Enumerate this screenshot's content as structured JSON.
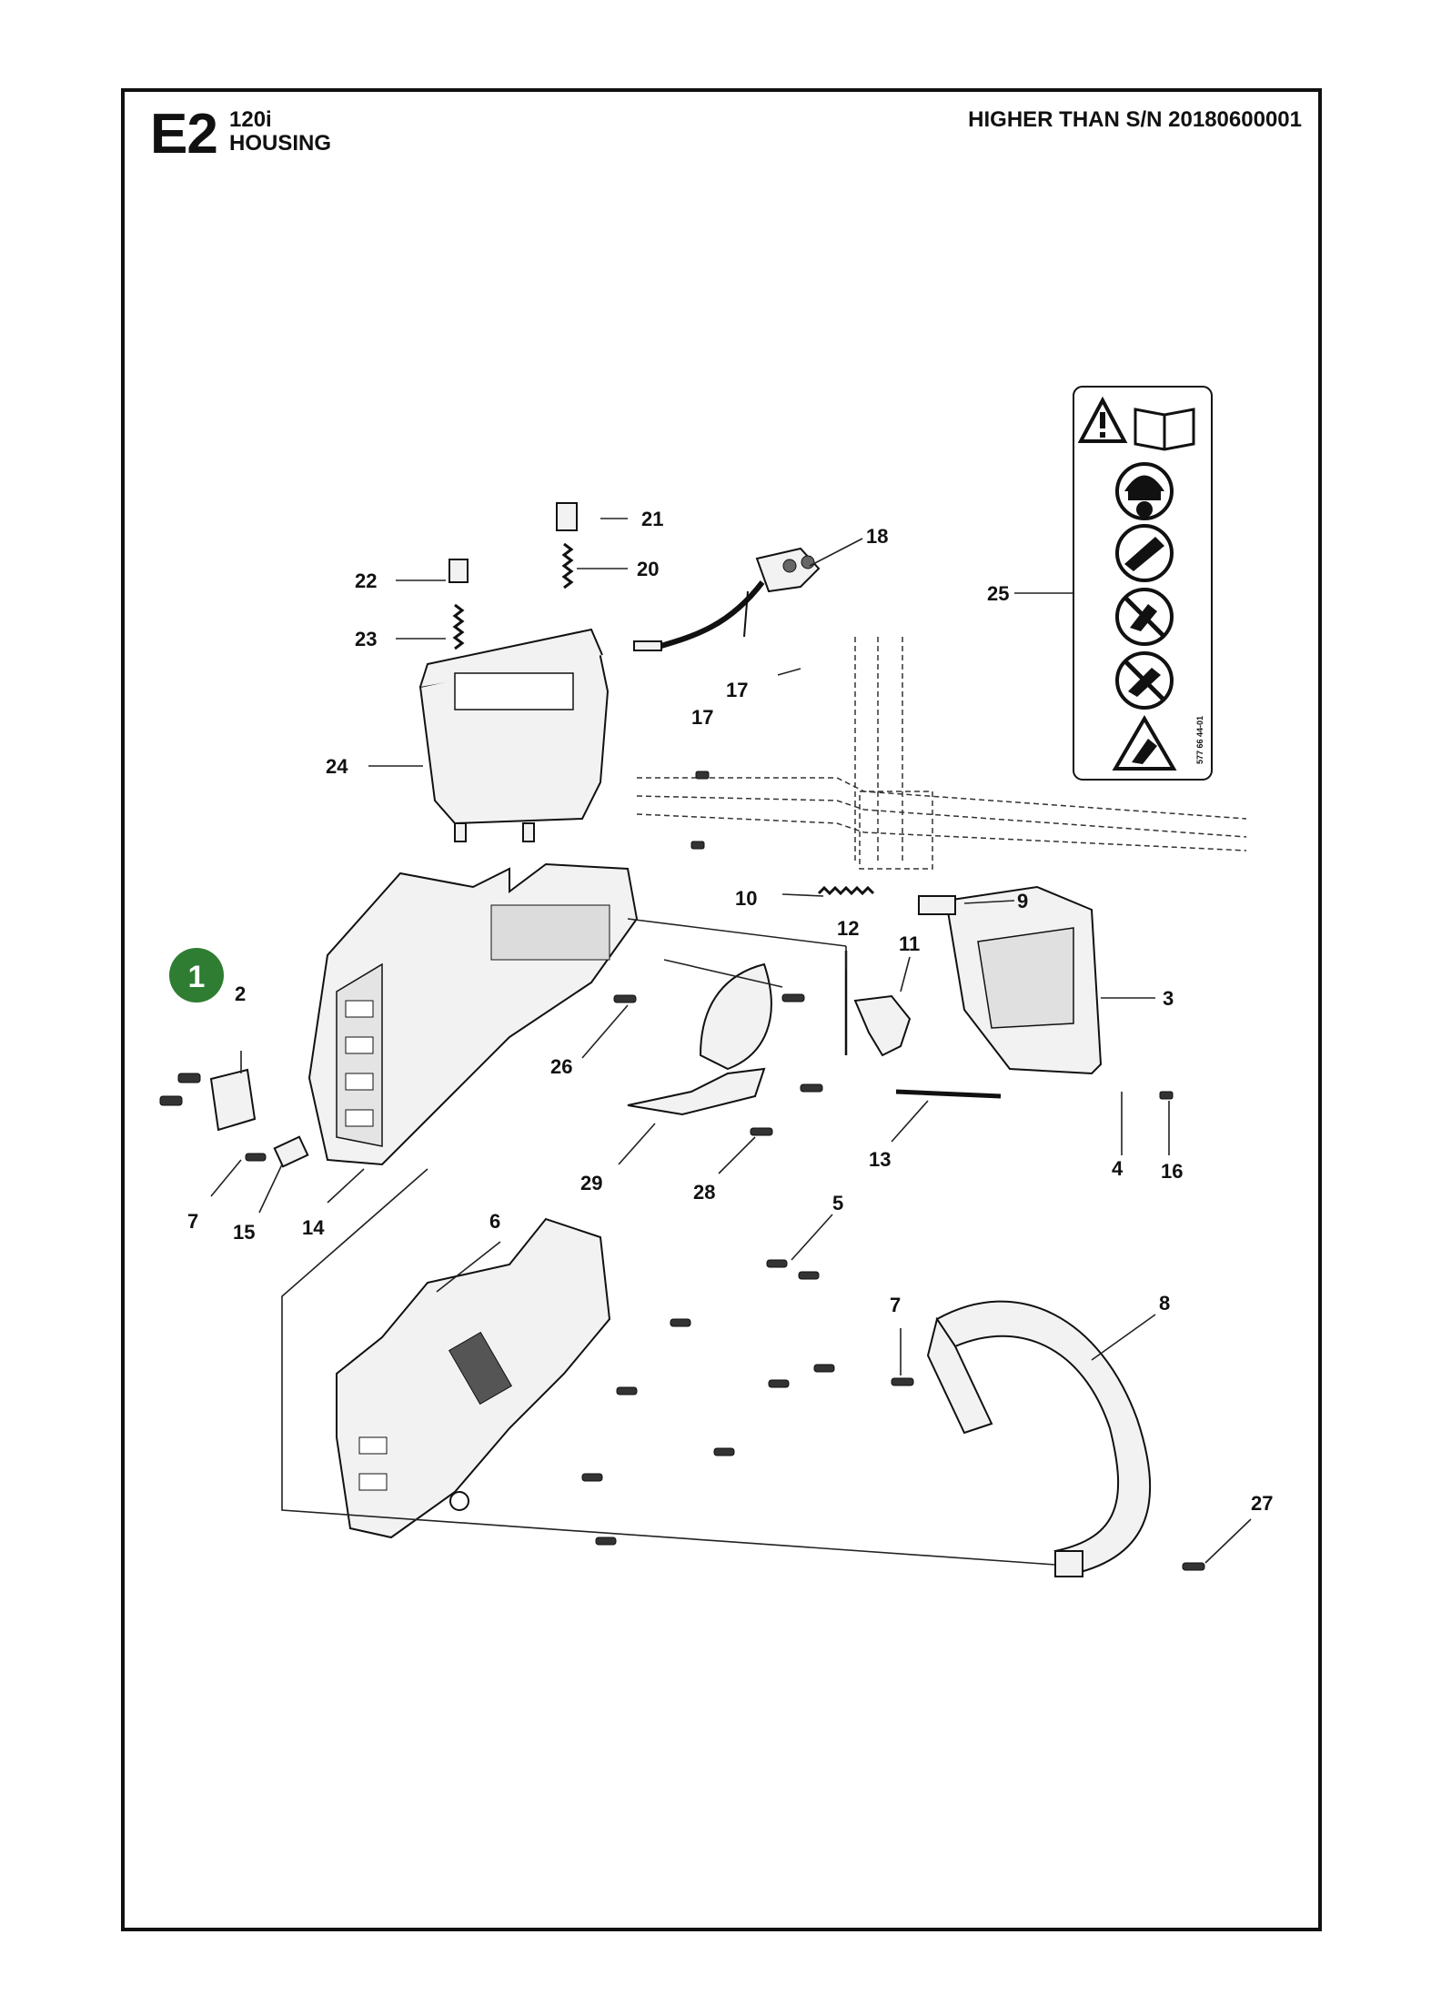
{
  "header": {
    "section_code": "E2",
    "model": "120i",
    "section_name": "HOUSING",
    "serial_note": "HIGHER THAN S/N 20180600001"
  },
  "highlight": {
    "label": "1",
    "color": "#2e7d32"
  },
  "labels": {
    "p2": "2",
    "p3": "3",
    "p4": "4",
    "p5": "5",
    "p6": "6",
    "p7a": "7",
    "p7b": "7",
    "p8": "8",
    "p9": "9",
    "p10": "10",
    "p11": "11",
    "p12": "12",
    "p13": "13",
    "p14": "14",
    "p15": "15",
    "p16": "16",
    "p17a": "17",
    "p17b": "17",
    "p18": "18",
    "p20": "20",
    "p21": "21",
    "p22": "22",
    "p23": "23",
    "p24": "24",
    "p25": "25",
    "p26": "26",
    "p27": "27",
    "p28": "28",
    "p29": "29"
  },
  "decal_code": "577 66 44-01",
  "icons": [
    "warning-triangle-icon",
    "manual-book-icon",
    "helmet-protection-icon",
    "kickback-warning-icon",
    "no-one-hand-icon",
    "no-tip-contact-icon",
    "kickback-triangle-icon"
  ]
}
